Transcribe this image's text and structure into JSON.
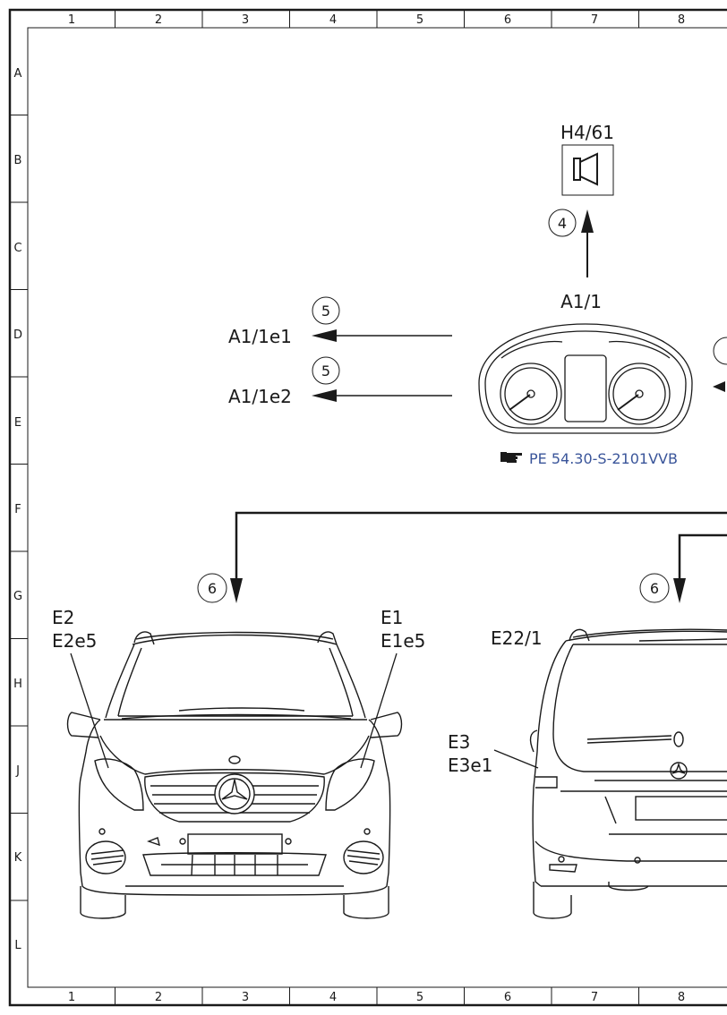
{
  "grid": {
    "columns": [
      "1",
      "2",
      "3",
      "4",
      "5",
      "6",
      "7",
      "8"
    ],
    "rows": [
      "A",
      "B",
      "C",
      "D",
      "E",
      "F",
      "G",
      "H",
      "J",
      "K",
      "L"
    ]
  },
  "labels": {
    "h4_61": "H4/61",
    "a1_1": "A1/1",
    "a1_1e1": "A1/1e1",
    "a1_1e2": "A1/1e2",
    "e2": "E2",
    "e2e5": "E2e5",
    "e1": "E1",
    "e1e5": "E1e5",
    "e22_1": "E22/1",
    "e3": "E3",
    "e3e1": "E3e1"
  },
  "callouts": {
    "c4": "4",
    "c5a": "5",
    "c5b": "5",
    "c6a": "6",
    "c6b": "6"
  },
  "reference": {
    "icon": "pointing-hand-icon",
    "text": "PE 54.30-S-2101VVB"
  },
  "colors": {
    "line": "#1a1a1a",
    "reference": "#3a559a"
  }
}
